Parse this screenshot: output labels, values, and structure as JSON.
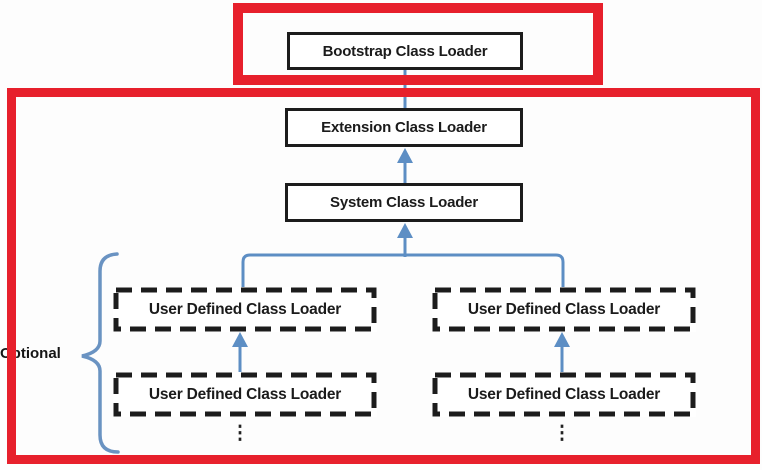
{
  "diagram": {
    "nodes": {
      "bootstrap": {
        "label": "Bootstrap Class Loader"
      },
      "extension": {
        "label": "Extension Class Loader"
      },
      "system": {
        "label": "System Class Loader"
      }
    },
    "user_boxes": [
      {
        "label": "User Defined Class Loader"
      },
      {
        "label": "User Defined Class Loader"
      },
      {
        "label": "User Defined Class Loader"
      },
      {
        "label": "User Defined Class Loader"
      }
    ],
    "optional_label": "Optional",
    "ellipsis_glyph": "⋮",
    "colors": {
      "highlight_red": "#e7202c",
      "arrow_blue": "#5d8ec4",
      "box_border_black": "#1c1c1c"
    }
  }
}
